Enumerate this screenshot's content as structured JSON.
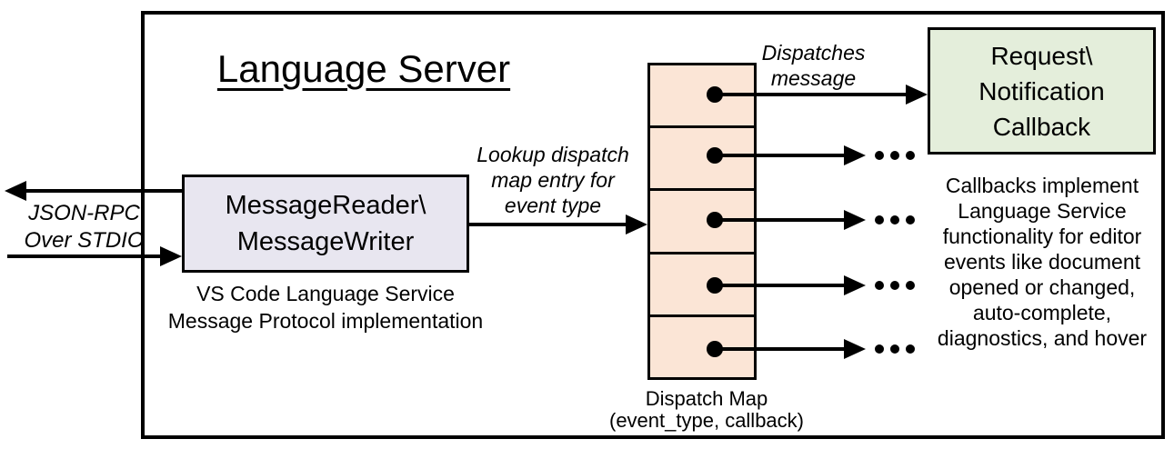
{
  "title": "Language Server",
  "io_label": {
    "line1": "JSON-RPC",
    "line2": "Over STDIO"
  },
  "reader_box": {
    "line1": "MessageReader\\",
    "line2": "MessageWriter"
  },
  "reader_caption": {
    "line1": "VS Code Language Service",
    "line2": "Message Protocol implementation"
  },
  "lookup_label": {
    "line1": "Lookup dispatch",
    "line2": "map entry for",
    "line3": "event type"
  },
  "dispatches_label": {
    "line1": "Dispatches",
    "line2": "message"
  },
  "callback_box": {
    "line1": "Request\\",
    "line2": "Notification",
    "line3": "Callback"
  },
  "callback_note": {
    "line1": "Callbacks implement",
    "line2": "Language Service",
    "line3": "functionality for editor",
    "line4": "events like document",
    "line5": "opened or changed,",
    "line6": "auto-complete,",
    "line7": "diagnostics, and hover"
  },
  "dispatch_caption": {
    "line1": "Dispatch Map",
    "line2": "(event_type, callback)"
  },
  "colors": {
    "reader_fill": "#E8E6F0",
    "dispatch_fill": "#FBE5D6",
    "callback_fill": "#E4EEDB",
    "stroke": "#000000"
  }
}
